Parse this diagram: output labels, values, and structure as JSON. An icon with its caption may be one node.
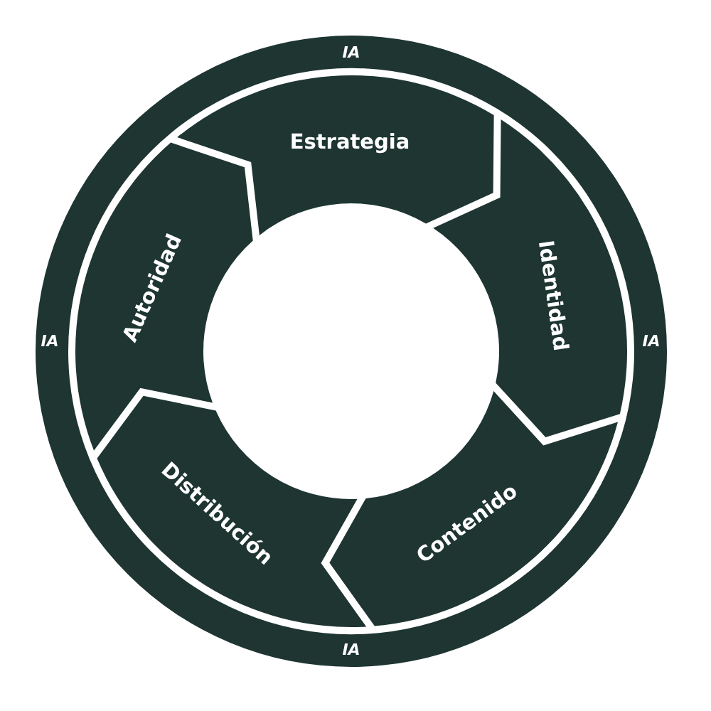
{
  "diagram": {
    "nodes": [
      {
        "text": [
          "IA",
          "IA",
          "IA",
          "IA"
        ]
      },
      {
        "text": [
          "Estrategia"
        ],
        "in": 0
      },
      {
        "text": [
          "Identidad"
        ],
        "in": 0
      },
      {
        "text": [
          "Contenido"
        ],
        "in": 0
      },
      {
        "text": [
          "Distribución"
        ],
        "in": 0
      },
      {
        "text": [
          "Autoridad"
        ],
        "in": 0
      }
    ]
  }
}
